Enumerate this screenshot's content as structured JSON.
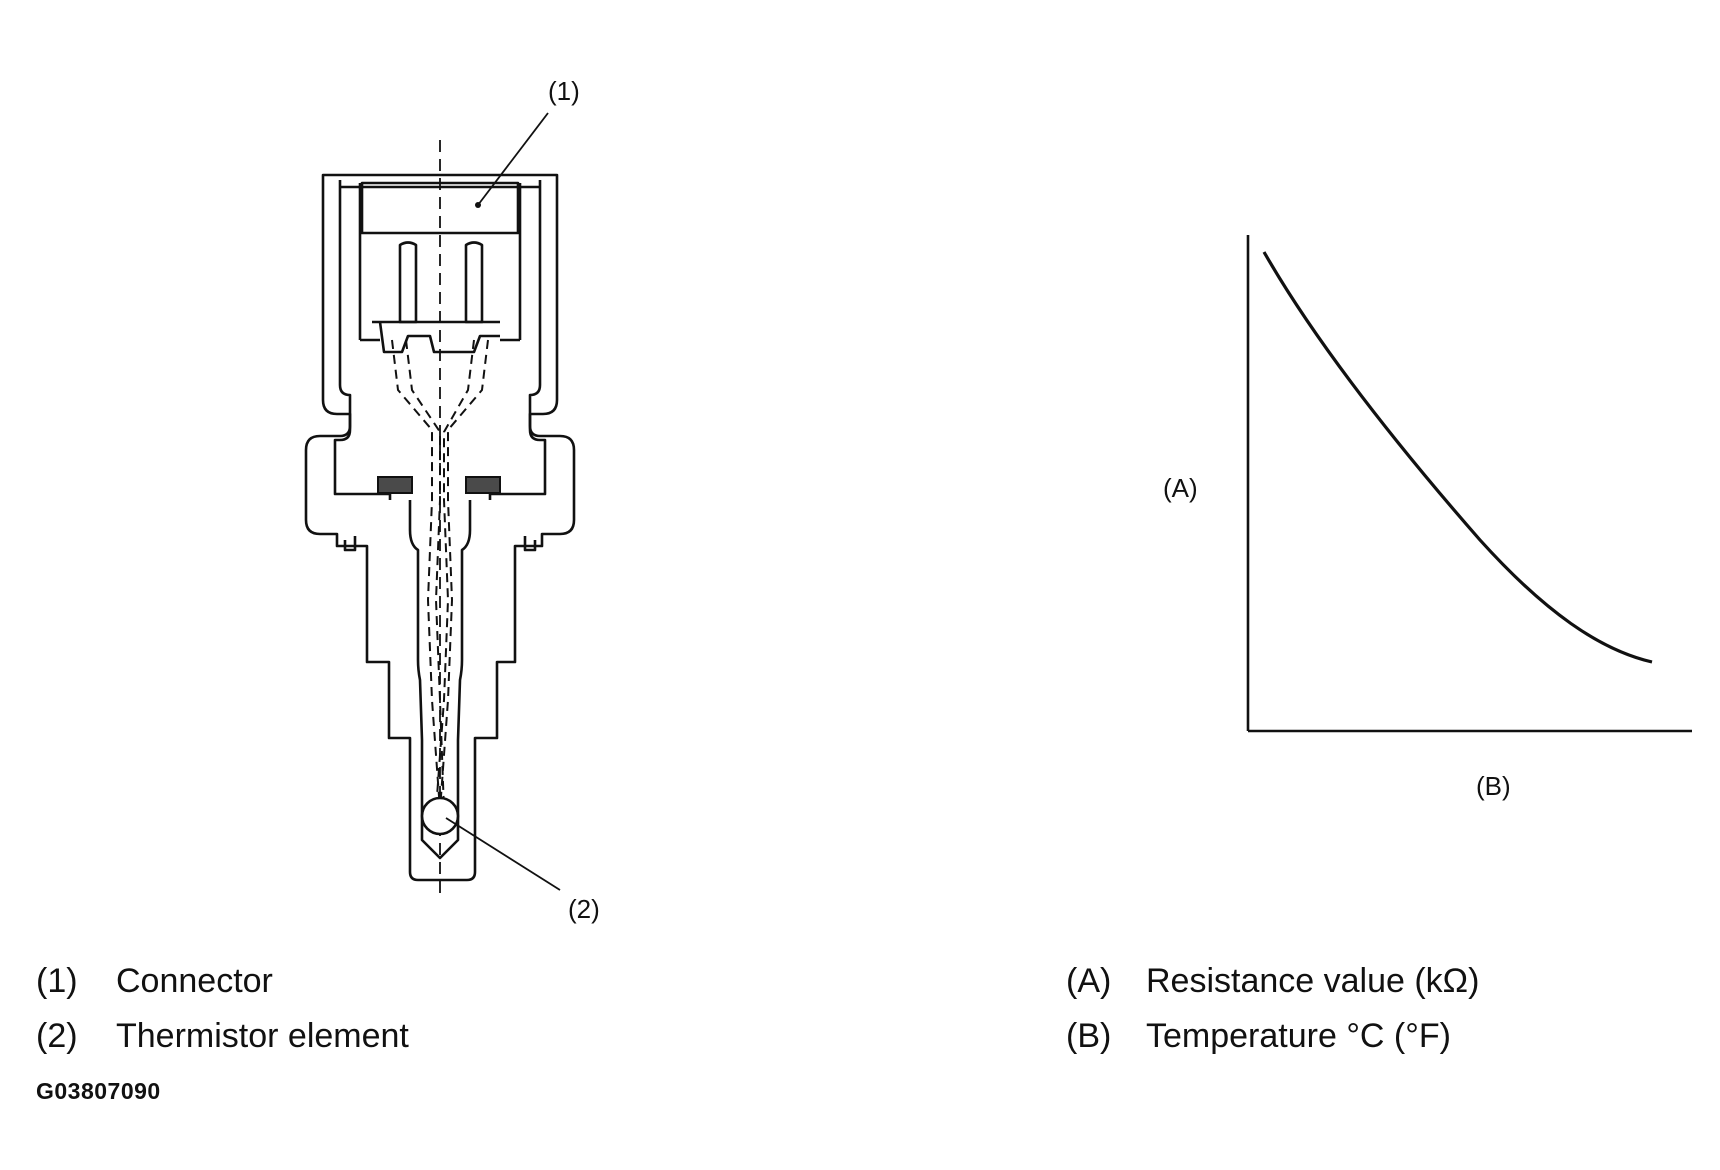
{
  "callouts": {
    "connector": "(1)",
    "thermistor": "(2)",
    "axis_a": "(A)",
    "axis_b": "(B)"
  },
  "legend": {
    "items": [
      {
        "key": "(1)",
        "text": "Connector"
      },
      {
        "key": "(2)",
        "text": "Thermistor element"
      },
      {
        "key": "(A)",
        "text": "Resistance value (kΩ)"
      },
      {
        "key": "(B)",
        "text": "Temperature °C (°F)"
      }
    ]
  },
  "figure_code": "G03807090",
  "colors": {
    "ink": "#111111",
    "background": "#ffffff",
    "seal": "#4a4a4a"
  }
}
